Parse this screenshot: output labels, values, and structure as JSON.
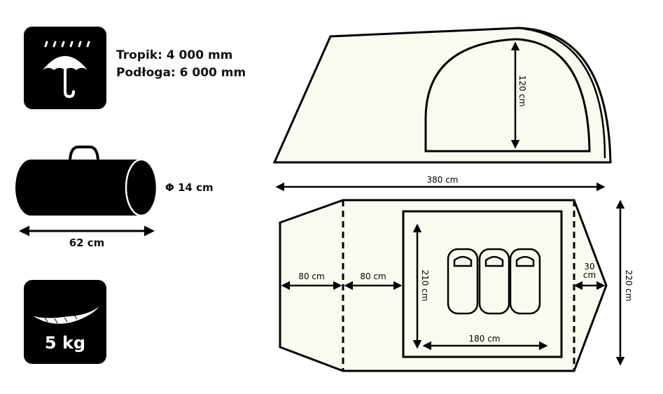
{
  "specs": {
    "rainfly_label": "Tropik: 4 000 mm",
    "floor_label": "Podłoga: 6 000 mm",
    "pack_diameter": "Φ 14 cm",
    "pack_length": "62 cm",
    "weight": "5 kg"
  },
  "dimensions": {
    "tent_length": "380 cm",
    "tent_width": "220 cm",
    "inner_height": "120 cm",
    "vestibule_front": "80 cm",
    "vestibule_mid": "80 cm",
    "vestibule_rear_top": "30",
    "vestibule_rear_bottom": "cm",
    "bedroom_length": "210 cm",
    "bedroom_width": "180 cm"
  },
  "icons": [
    "umbrella-rain-icon",
    "pack-bag-icon",
    "feather-icon"
  ],
  "colors": {
    "tent_fill": "#fafaf0",
    "ink": "#000000"
  }
}
